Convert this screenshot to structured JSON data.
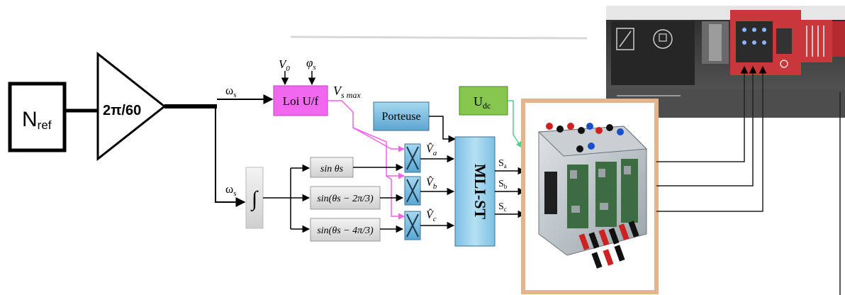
{
  "colors": {
    "loi_block": "#f068ee",
    "porteuse_block": "#7fc3e6",
    "udc_block": "#86c64e",
    "mli_block": "#8fcde8",
    "mult_block": "#6fb4d8",
    "sin_block": "#e3e3e3",
    "pink_wire": "#f062e6",
    "green_wire": "#4fd08a",
    "board_frame": "#e4b48c",
    "motor_bench": "#3d3d3d",
    "motor_red": "#c8373a"
  },
  "blocks": {
    "nref": {
      "main": "N",
      "sub": "ref"
    },
    "gain": {
      "label": "2π/60"
    },
    "loi": {
      "label": "Loi U/f"
    },
    "porteuse": {
      "label": "Porteuse"
    },
    "udc": {
      "main": "U",
      "sub": "dc"
    },
    "mli": {
      "label": "MLI-ST"
    },
    "integrator": {
      "label": "∫"
    },
    "sin_a": {
      "label": "sin θs"
    },
    "sin_b": {
      "label": "sin(θs − 2π/3)"
    },
    "sin_c": {
      "label": "sin(θs − 4π/3)"
    }
  },
  "labels": {
    "omega_top": {
      "main": "ω",
      "sub": "s"
    },
    "omega_bottom": {
      "main": "ω",
      "sub": "s"
    },
    "v0": {
      "main": "V",
      "sub": "0"
    },
    "phi": {
      "main": "φ",
      "sub": "s"
    },
    "vsmax": {
      "main": "V",
      "sub": "s max"
    },
    "va": {
      "main": "V̂",
      "sub": "a"
    },
    "vb": {
      "main": "V̂",
      "sub": "b"
    },
    "vc": {
      "main": "V̂",
      "sub": "c"
    },
    "sa": {
      "main": "S",
      "sub": "a"
    },
    "sb": {
      "main": "S",
      "sub": "b"
    },
    "sc": {
      "main": "S",
      "sub": "c"
    }
  },
  "icons": [
    "inverter-board-photo",
    "motor-bench-photo",
    "multiplier-icon"
  ]
}
